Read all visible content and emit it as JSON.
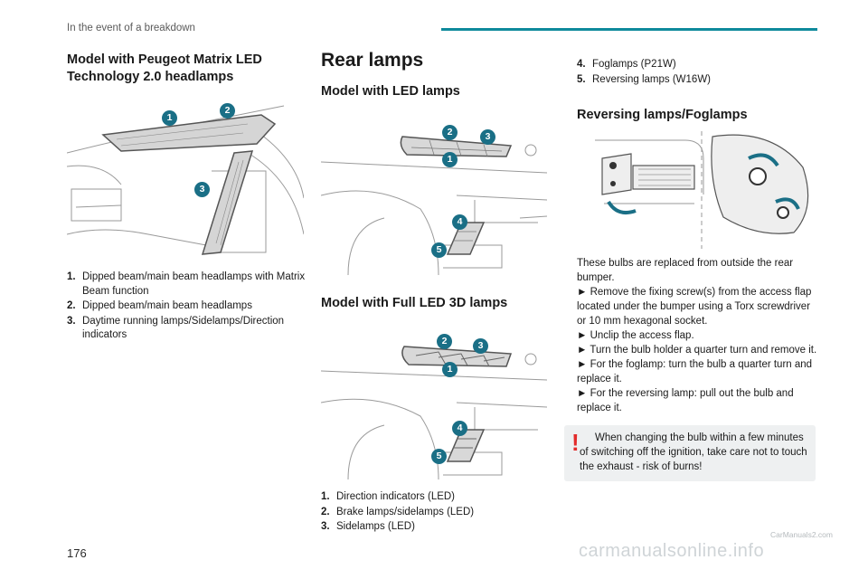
{
  "header": {
    "section_title": "In the event of a breakdown"
  },
  "col1": {
    "heading": "Model with Peugeot Matrix LED Technology 2.0 headlamps",
    "badges": [
      "1",
      "2",
      "3"
    ],
    "items": [
      {
        "num": "1.",
        "text": "Dipped beam/main beam headlamps with Matrix Beam function"
      },
      {
        "num": "2.",
        "text": "Dipped beam/main beam headlamps"
      },
      {
        "num": "3.",
        "text": "Daytime running lamps/Sidelamps/Direction indicators"
      }
    ]
  },
  "col2": {
    "title": "Rear lamps",
    "sub1": "Model with LED lamps",
    "badges1": [
      "1",
      "2",
      "3",
      "4",
      "5"
    ],
    "sub2": "Model with Full LED 3D lamps",
    "badges2": [
      "1",
      "2",
      "3",
      "4",
      "5"
    ],
    "items": [
      {
        "num": "1.",
        "text": "Direction indicators (LED)"
      },
      {
        "num": "2.",
        "text": "Brake lamps/sidelamps (LED)"
      },
      {
        "num": "3.",
        "text": "Sidelamps (LED)"
      }
    ]
  },
  "col3": {
    "items": [
      {
        "num": "4.",
        "text": "Foglamps (P21W)"
      },
      {
        "num": "5.",
        "text": "Reversing lamps (W16W)"
      }
    ],
    "heading": "Reversing lamps/Foglamps",
    "paragraphs": [
      "These bulbs are replaced from outside the rear bumper.",
      "► Remove the fixing screw(s) from the access flap located under the bumper using a Torx screwdriver or 10 mm hexagonal socket.",
      "► Unclip the access flap.",
      "► Turn the bulb holder a quarter turn and remove it.",
      "► For the foglamp: turn the bulb a quarter turn and replace it.",
      "► For the reversing lamp: pull out the bulb and replace it."
    ],
    "warning_symbol": "!",
    "warning": "When changing the bulb within a few minutes of switching off the ignition, take care not to touch the exhaust - risk of burns!"
  },
  "footer": {
    "page_number": "176",
    "brand": "carmanualsonline.info",
    "small": "CarManuals2.com"
  },
  "colors": {
    "accent": "#0e8a9c",
    "badge": "#1a6f86",
    "warning_icon": "#e32b2b",
    "warning_bg": "#eef0f1"
  }
}
